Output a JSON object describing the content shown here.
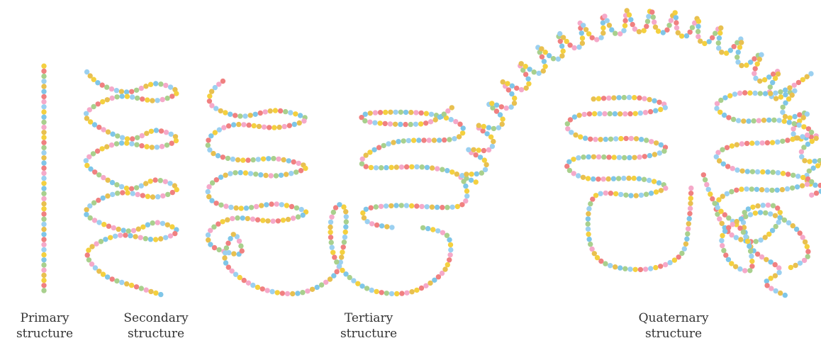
{
  "bead_colors": [
    "#f4d03f",
    "#7fc6e8",
    "#f08080",
    "#a8d08d",
    "#f5a9c9",
    "#9bd0f0",
    "#e8c050"
  ],
  "labels": [
    {
      "line1": "Primary",
      "line2": "structure"
    },
    {
      "line1": "Secondary",
      "line2": "structure"
    },
    {
      "line1": "Tertiary",
      "line2": "structure"
    },
    {
      "line1": "Quaternary",
      "line2": "structure"
    }
  ]
}
